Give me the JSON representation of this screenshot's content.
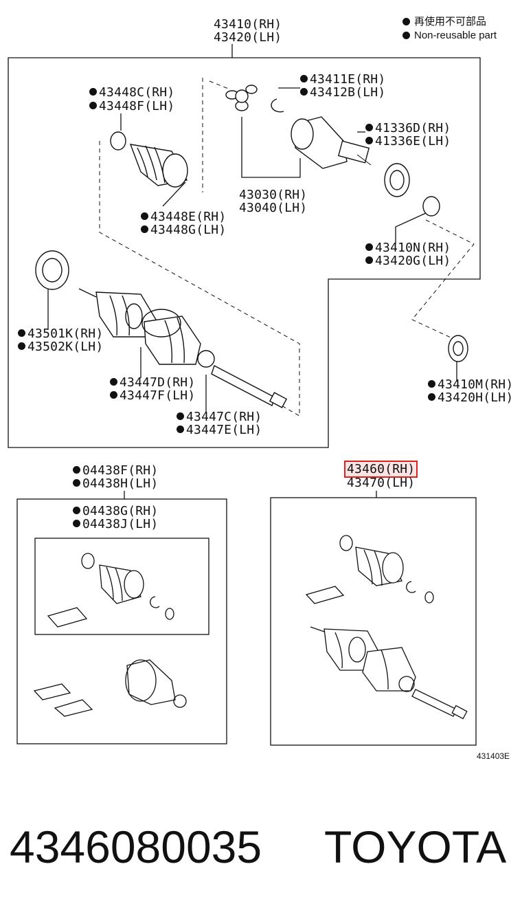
{
  "legend": {
    "jp": "再使用不可部品",
    "en": "Non-reusable part"
  },
  "labels": {
    "assy": [
      "43410(RH)",
      "43420(LH)"
    ],
    "clamp_c": [
      "43448C(RH)",
      "43448F(LH)"
    ],
    "ring_e": [
      "43411E(RH)",
      "43412B(LH)"
    ],
    "seal_d": [
      "41336D(RH)",
      "41336E(LH)"
    ],
    "inboard": [
      "43030(RH)",
      "43040(LH)"
    ],
    "clamp_e": [
      "43448E(RH)",
      "43448G(LH)"
    ],
    "snap_n": [
      "43410N(RH)",
      "43420G(LH)"
    ],
    "seal_k": [
      "43501K(RH)",
      "43502K(LH)"
    ],
    "boot_d": [
      "43447D(RH)",
      "43447F(LH)"
    ],
    "seal_m": [
      "43410M(RH)",
      "43420H(LH)"
    ],
    "clamp_47c": [
      "43447C(RH)",
      "43447E(LH)"
    ],
    "kit_f": [
      "04438F(RH)",
      "04438H(LH)"
    ],
    "kit_g": [
      "04438G(RH)",
      "04438J(LH)"
    ],
    "shaft_rh": "43460(RH)",
    "shaft_lh": "43470(LH)"
  },
  "ref_code": "431403E",
  "part_number": "4346080035",
  "brand": "TOYOTA"
}
